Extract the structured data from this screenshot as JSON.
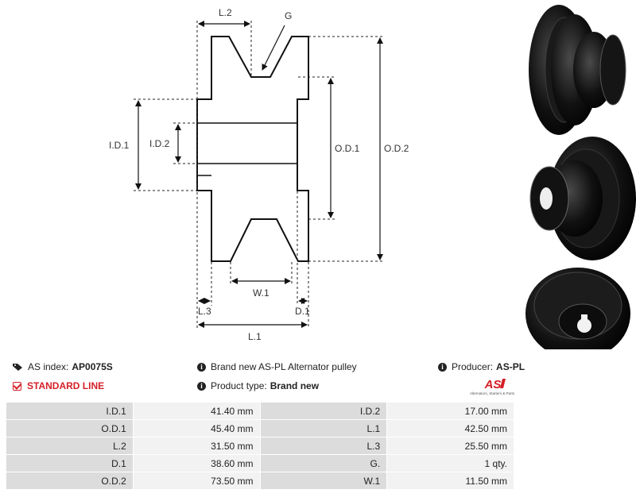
{
  "drawing": {
    "labels": {
      "l2": "L.2",
      "g": "G",
      "id1": "I.D.1",
      "id2": "I.D.2",
      "od1": "O.D.1",
      "od2": "O.D.2",
      "w1": "W.1",
      "l3": "L.3",
      "d1": "D.1",
      "l1": "L.1"
    }
  },
  "photos": {
    "items": [
      "pulley-side-view",
      "pulley-three-quarter-view",
      "pulley-rear-view"
    ]
  },
  "info": {
    "index_label": "AS index:",
    "index_value": "AP0075S",
    "line_label": "STANDARD LINE",
    "description": "Brand new AS-PL Alternator pulley",
    "product_type_label": "Product type:",
    "product_type_value": "Brand new",
    "producer_label": "Producer:",
    "producer_value": "AS-PL",
    "logo_text": "AS",
    "logo_tagline": "Alternators, Starters & Parts"
  },
  "colors": {
    "accent": "#d51f26",
    "label_cell": "#dcdcdc",
    "value_cell": "#f2f2f2"
  },
  "icons": [
    "tag-icon",
    "info-icon",
    "check-icon"
  ],
  "specs": [
    [
      "I.D.1",
      "41.40 mm",
      "I.D.2",
      "17.00 mm"
    ],
    [
      "O.D.1",
      "45.40 mm",
      "L.1",
      "42.50 mm"
    ],
    [
      "L.2",
      "31.50 mm",
      "L.3",
      "25.50 mm"
    ],
    [
      "D.1",
      "38.60 mm",
      "G.",
      "1 qty."
    ],
    [
      "O.D.2",
      "73.50 mm",
      "W.1",
      "11.50 mm"
    ]
  ]
}
